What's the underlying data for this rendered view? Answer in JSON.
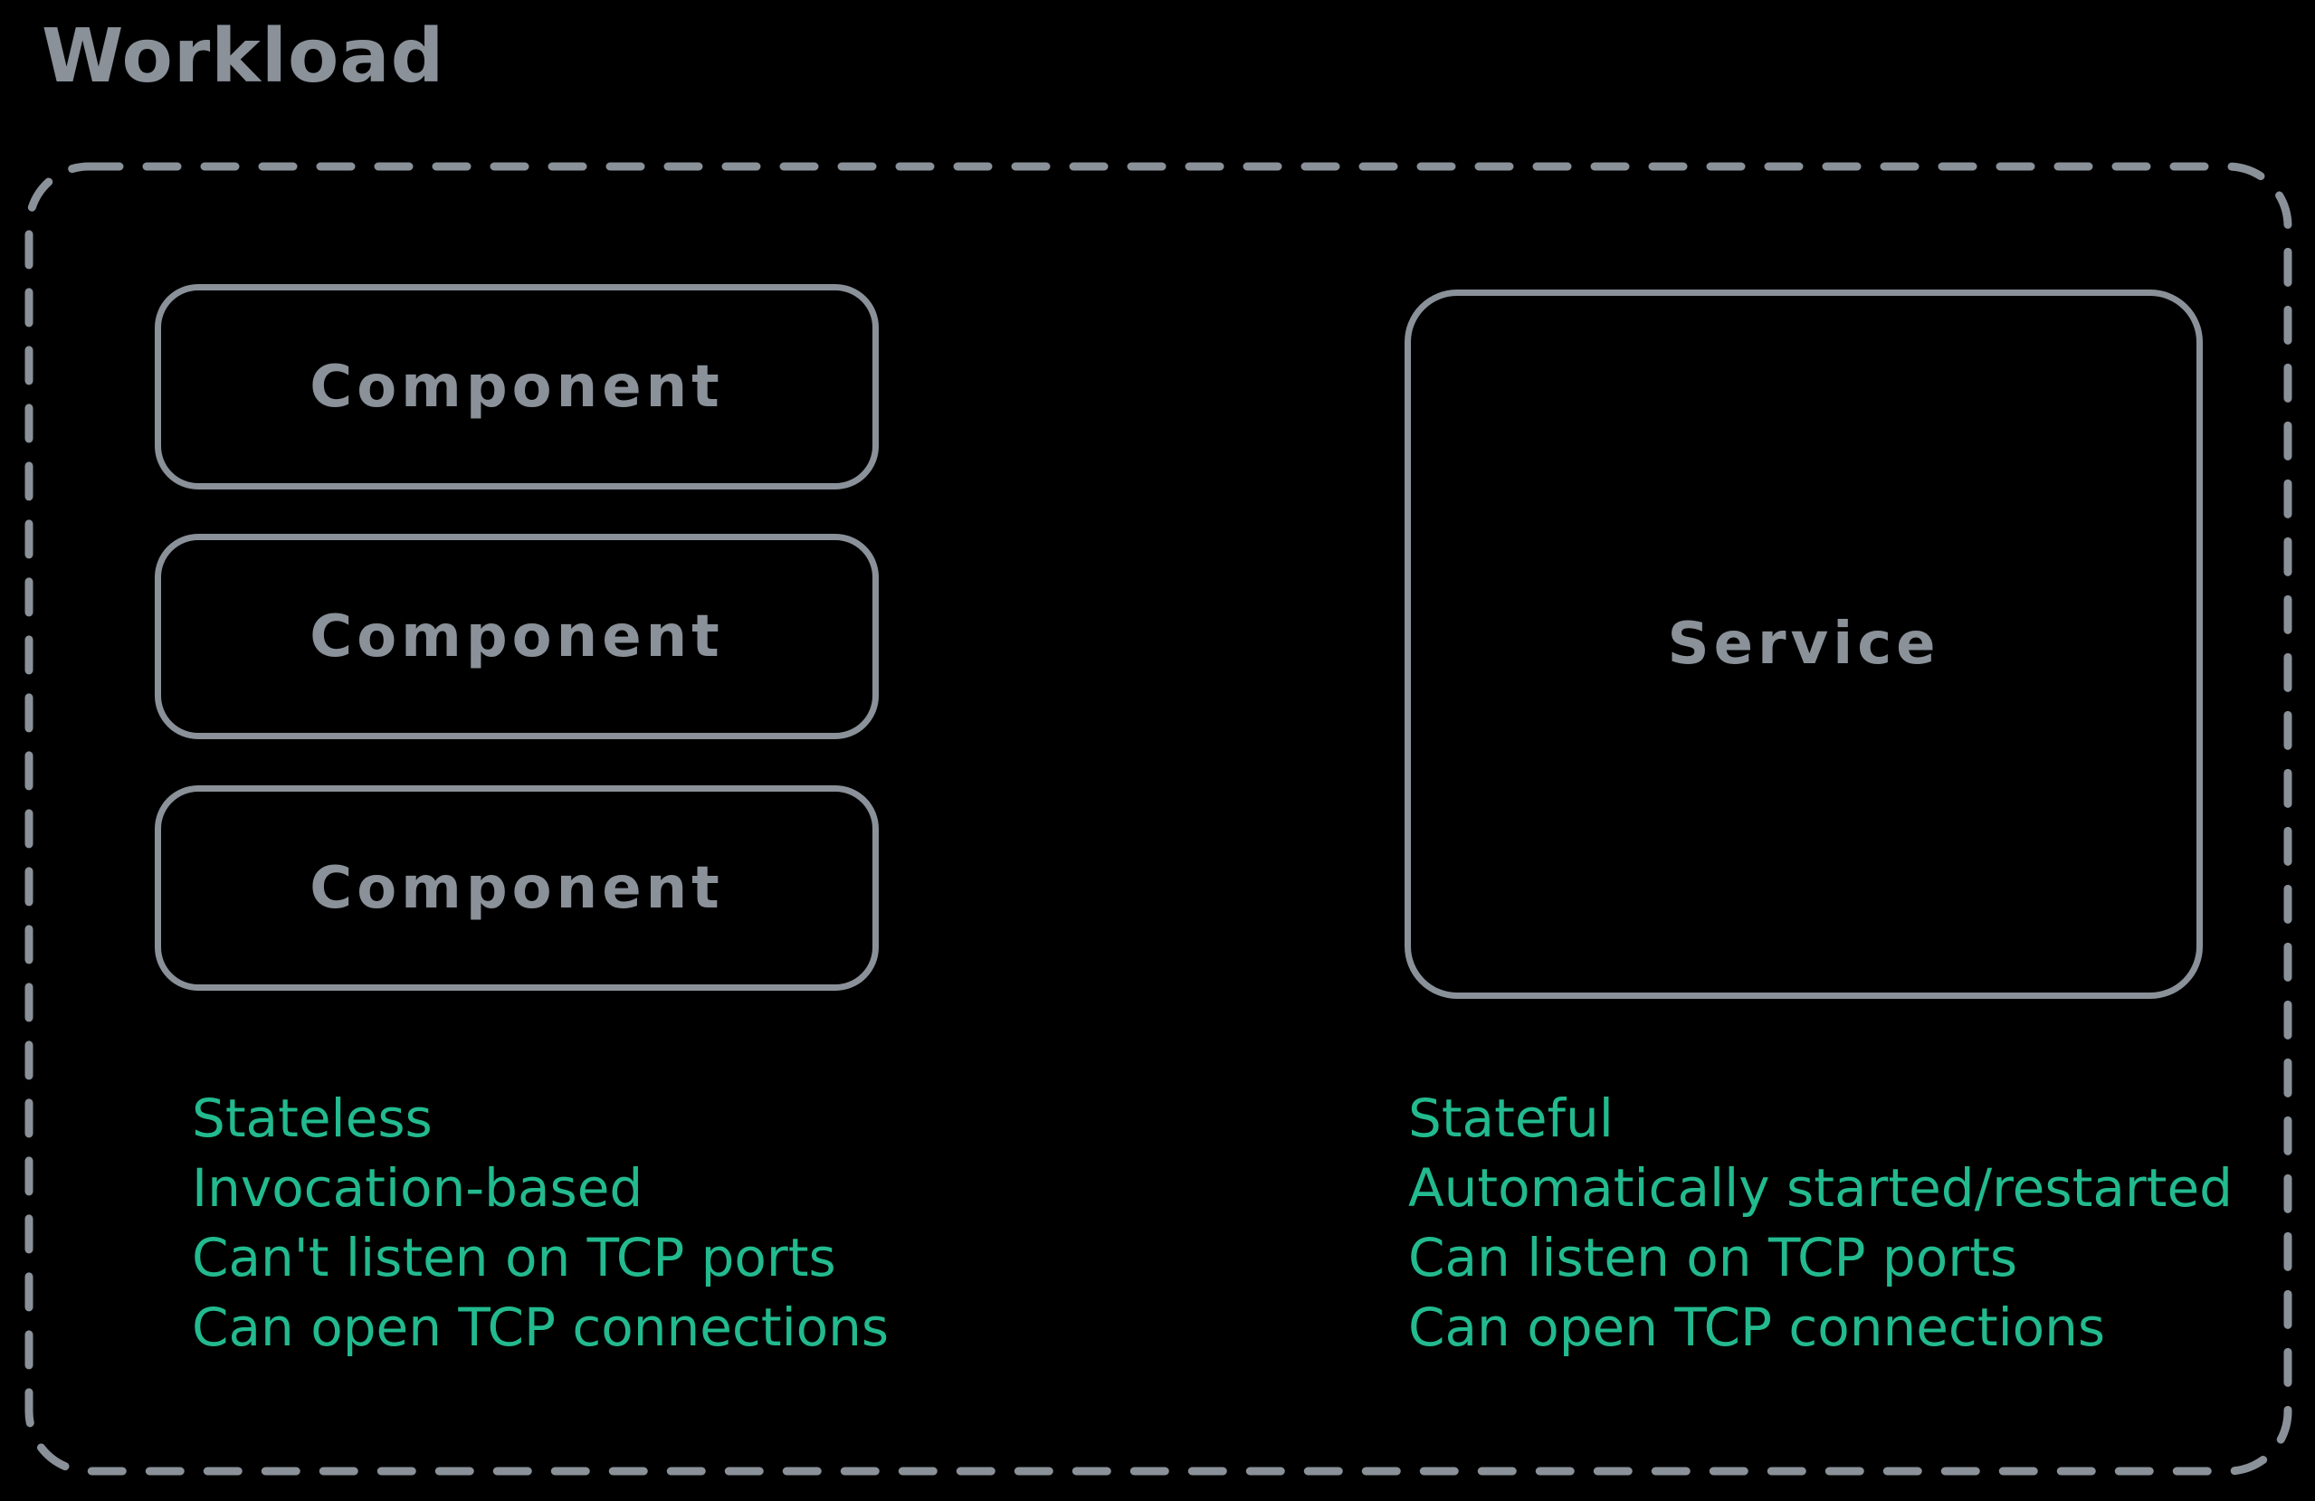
{
  "title": "Workload",
  "colors": {
    "background": "#000000",
    "stroke_gray": "#8a9199",
    "text_green": "#22ba8e"
  },
  "components": [
    {
      "label": "Component"
    },
    {
      "label": "Component"
    },
    {
      "label": "Component"
    }
  ],
  "service": {
    "label": "Service"
  },
  "component_features": [
    "Stateless",
    "Invocation-based",
    "Can't listen on TCP ports",
    "Can open TCP connections"
  ],
  "service_features": [
    "Stateful",
    "Automatically started/restarted",
    "Can listen on TCP ports",
    "Can open TCP connections"
  ]
}
